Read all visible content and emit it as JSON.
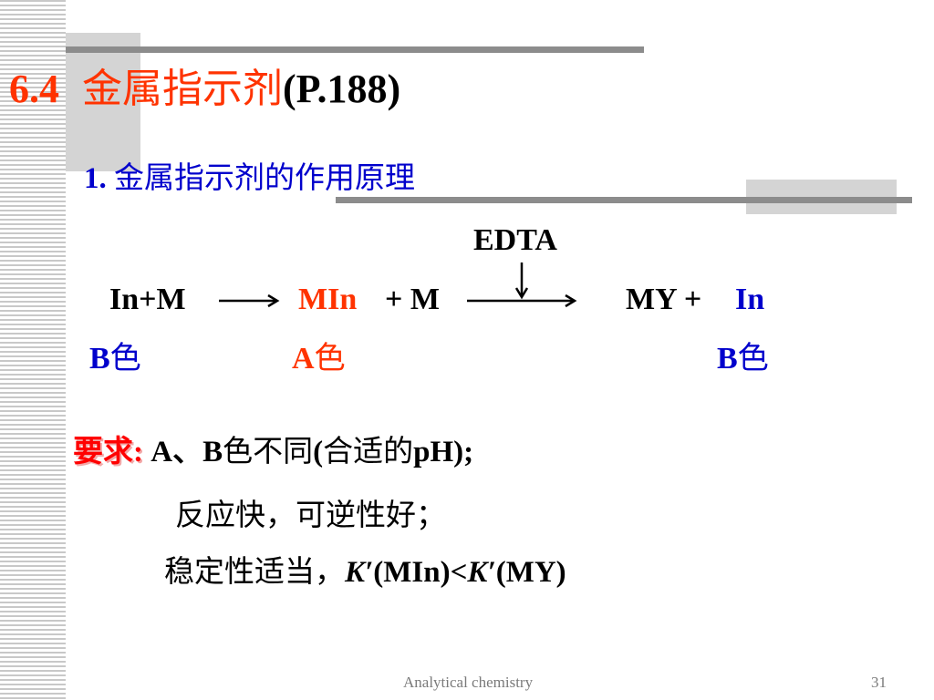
{
  "title": {
    "number": "6.4",
    "name": "金属指示剂",
    "ref": "(P.188)"
  },
  "subtitle": {
    "number": "1.",
    "text": "金属指示剂的作用原理"
  },
  "equation": {
    "edta": "EDTA",
    "left": "In+M",
    "min": "MIn",
    "plus_m": "+ M",
    "my": "MY +",
    "in": "In",
    "color_left_letter": "B",
    "color_left_cn": "色",
    "color_mid_letter": "A",
    "color_mid_cn": "色",
    "color_right_letter": "B",
    "color_right_cn": "色"
  },
  "requirements": {
    "label": "要求:",
    "line1_a": "A、B",
    "line1_b": "色不同",
    "line1_c": "(",
    "line1_d": "合适的",
    "line1_e": "pH);",
    "line2": "反应快，可逆性好；",
    "line3_a": "稳定性适当，",
    "line3_k1": "K",
    "line3_p1": "′",
    "line3_b": "(MIn)<",
    "line3_k2": "K",
    "line3_p2": "′",
    "line3_c": "(MY)"
  },
  "footer": {
    "course": "Analytical chemistry",
    "page": "31"
  },
  "colors": {
    "accent_red": "#ff3300",
    "accent_blue": "#0000cc",
    "deco_gray": "#8c8c8c"
  }
}
